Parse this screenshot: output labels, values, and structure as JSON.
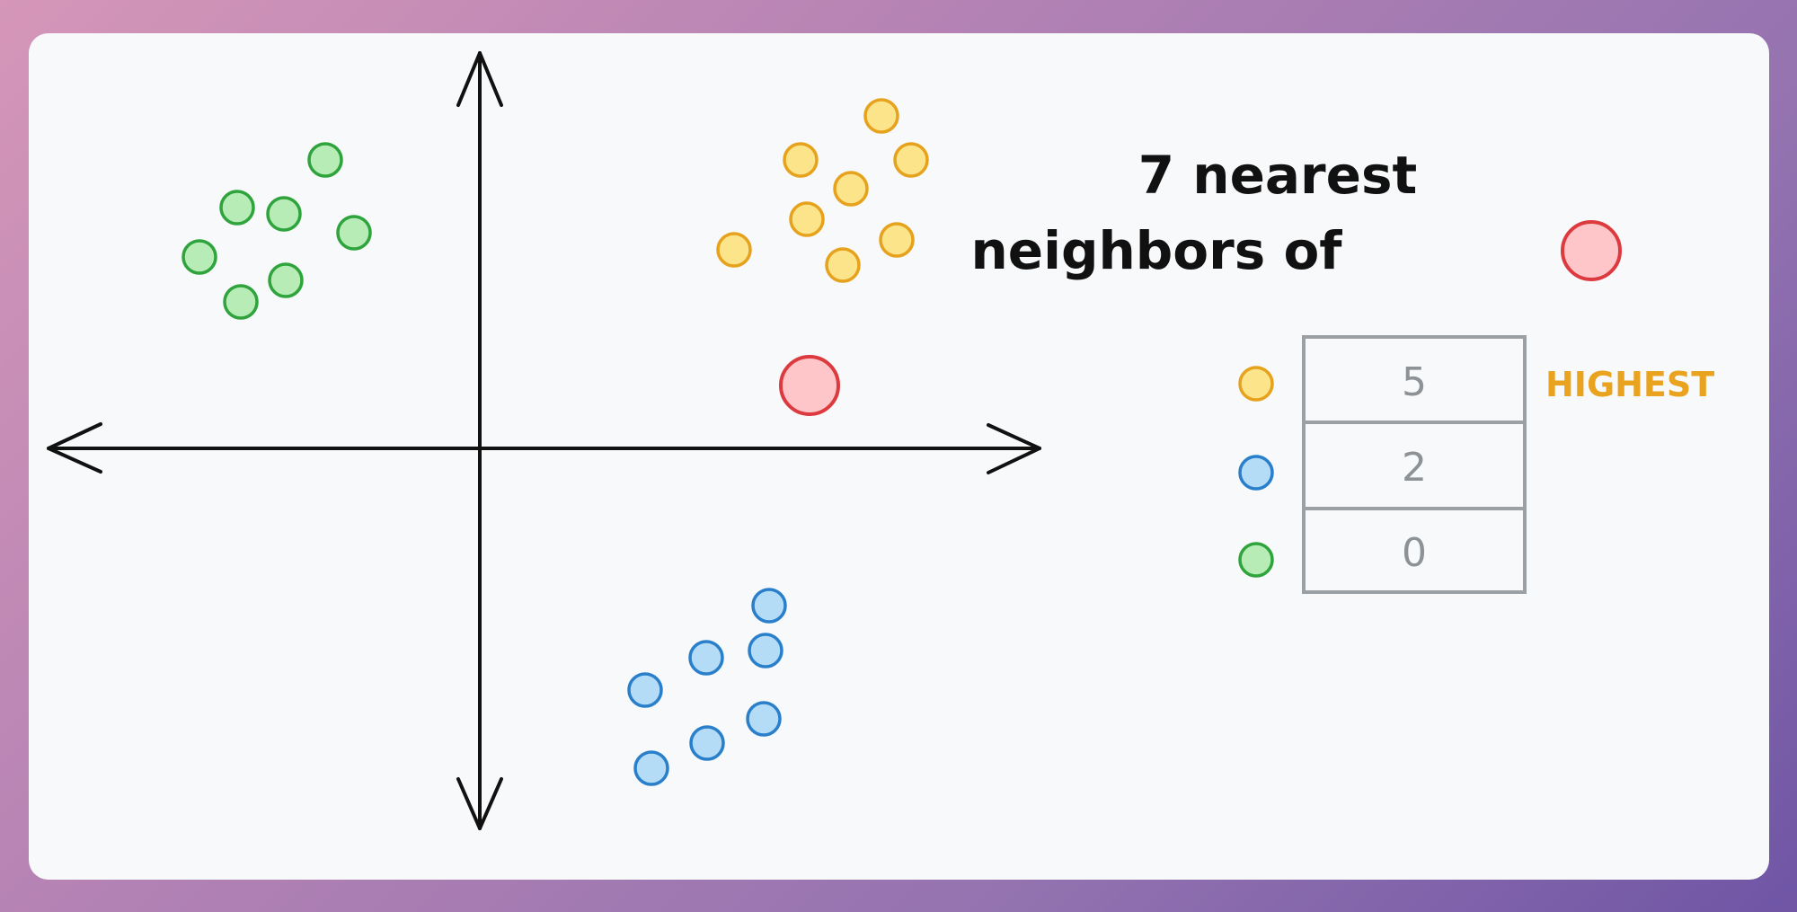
{
  "title_line1": "7 nearest",
  "title_line2": "neighbors of",
  "highest_label": "HIGHEST",
  "colors": {
    "yellow_fill": "#fce48a",
    "yellow_stroke": "#e6a21d",
    "green_fill": "#b7ecb6",
    "green_stroke": "#2fa33c",
    "blue_fill": "#b5dcf7",
    "blue_stroke": "#2a7fcb",
    "red_fill": "#ffc6c9",
    "red_stroke": "#dd3a40",
    "axis": "#111111",
    "table_border": "#9aa0a4",
    "table_text": "#8d9296",
    "highest": "#e9a31f"
  },
  "table": [
    {
      "class": "yellow",
      "count": "5"
    },
    {
      "class": "blue",
      "count": "2"
    },
    {
      "class": "green",
      "count": "0"
    }
  ]
}
